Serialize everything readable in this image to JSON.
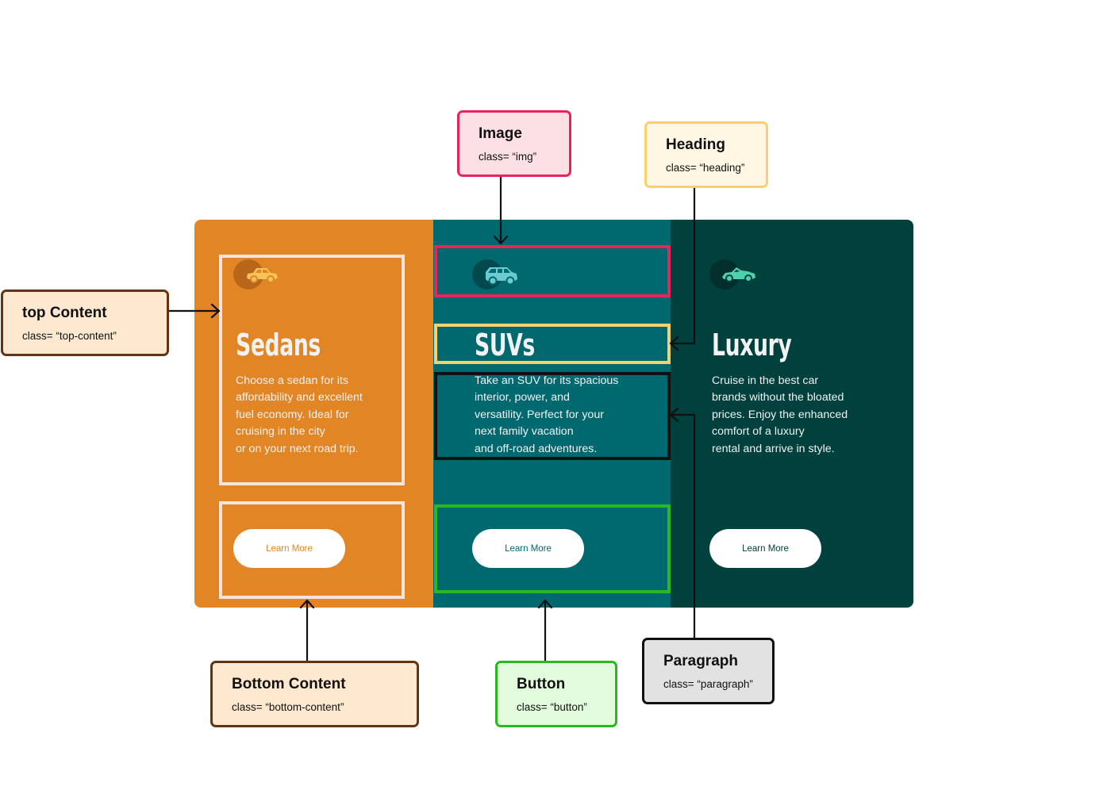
{
  "cards": [
    {
      "key": "sedans",
      "icon": "sedan-car-icon",
      "icon_color": "#f4c35b",
      "heading": "Sedans",
      "paragraph_lines": [
        "Choose a sedan for its",
        "affordability and excellent",
        "fuel economy. Ideal for",
        "cruising in the city",
        "or on your next road trip."
      ],
      "button": "Learn More",
      "background": "#e28625"
    },
    {
      "key": "suvs",
      "icon": "suv-car-icon",
      "icon_color": "#6ccbd0",
      "heading": "SUVs",
      "paragraph_lines": [
        "Take an SUV for its spacious",
        "interior, power, and",
        "versatility. Perfect for your",
        "next family vacation",
        "and off-road adventures."
      ],
      "button": "Learn More",
      "background": "#006970"
    },
    {
      "key": "luxury",
      "icon": "luxury-car-icon",
      "icon_color": "#4fd0ad",
      "heading": "Luxury",
      "paragraph_lines": [
        "Cruise in the best car",
        "brands without the bloated",
        "prices. Enjoy the enhanced",
        "comfort of a luxury",
        "rental and arrive in style."
      ],
      "button": "Learn More",
      "background": "#00403d"
    }
  ],
  "callouts": {
    "image": {
      "title": "Image",
      "cls": "class= “img”",
      "border": "#e8245c",
      "fill": "#fde0e6"
    },
    "heading": {
      "title": "Heading",
      "cls": "class= “heading”",
      "border": "#f8d070",
      "fill": "#fff6e3"
    },
    "top_content": {
      "title": "top Content",
      "cls": "class= “top-content”",
      "border": "#623413",
      "fill": "#fee8d0"
    },
    "bottom_content": {
      "title": "Bottom Content",
      "cls": "class= “bottom-content”",
      "border": "#623413",
      "fill": "#fee8d0"
    },
    "button": {
      "title": "Button",
      "cls": "class= “button”",
      "border": "#28b81f",
      "fill": "#e2fbdc"
    },
    "paragraph": {
      "title": "Paragraph",
      "cls": "class= “paragraph”",
      "border": "#111111",
      "fill": "#e2e2e2"
    }
  }
}
